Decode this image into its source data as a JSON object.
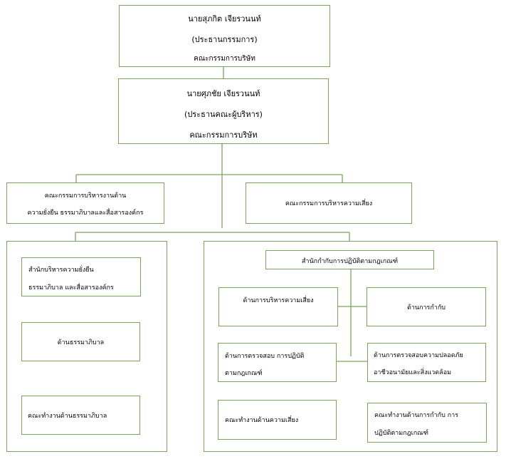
{
  "chairman": {
    "name": "นายสุภกิต เจียรวนนท์",
    "role": "(ประธานกรรมการ)",
    "body": "คณะกรรมการบริษัท"
  },
  "executive": {
    "name": "นายศุภชัย เจียรวนนท์",
    "role": "(ประธานคณะผู้บริหาร)",
    "body": "คณะกรรมการบริษัท"
  },
  "committees": {
    "sustainability": [
      "คณะกรรมการบริหารงานด้าน",
      "ความยั่งยืน ธรรมาภิบาลและสื่อสารองค์กร"
    ],
    "risk": "คณะกรรมการบริหารความเสี่ยง"
  },
  "left_group": {
    "office": [
      "สำนักบริหารความยั่งยืน",
      "ธรรมาภิบาล และสื่อสารองค์กร"
    ],
    "governance": "ด้านธรรมาภิบาล",
    "working_group": "คณะทำงานด้านธรรมาภิบาล"
  },
  "right_group": {
    "compliance_office": "สำนักกำกับการปฏิบัติตามกฎเกณฑ์",
    "risk_mgmt": "ด้านการบริหารความเสี่ยง",
    "regulation": "ด้านการกำกับ",
    "audit": [
      "ด้านการตรวจสอบ การปฏิบัติ",
      "ตามกฎเกณฑ์"
    ],
    "safety": [
      "ด้านการตรวจสอบความปลอดภัย",
      "อาชีวอนามัยและสิ่งแวดล้อม"
    ],
    "risk_working_group": "คณะทำงานด้านความเสี่ยง",
    "compliance_working_group": [
      "คณะทำงานด้านการกำกับ การ",
      "ปฏิบัติตามกฎเกณฑ์"
    ]
  }
}
